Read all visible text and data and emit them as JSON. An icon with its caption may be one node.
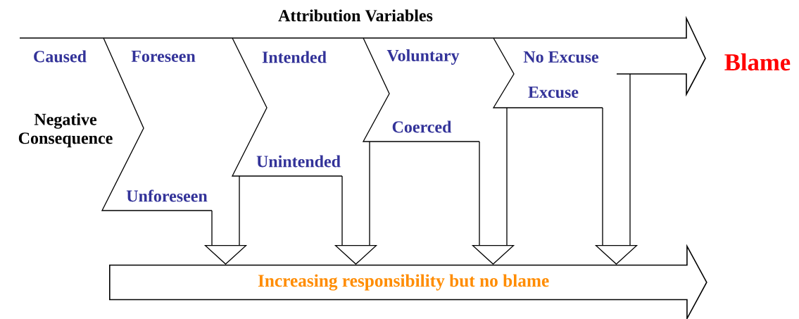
{
  "diagram": {
    "title": "Attribution Variables",
    "nodes": [
      {
        "text": [
          "Unforeseen"
        ]
      },
      {
        "text": [
          "Unintended"
        ]
      },
      {
        "text": [
          "Coerced"
        ]
      },
      {
        "text": [
          "Excuse"
        ]
      },
      {
        "text": [
          "Increasing responsibility but no blame"
        ]
      }
    ],
    "edges": [
      {
        "from": 0,
        "to": 4,
        "arrow": "to"
      },
      {
        "from": 1,
        "to": 4,
        "arrow": "to"
      },
      {
        "from": 2,
        "to": 4,
        "arrow": "to"
      },
      {
        "from": 3,
        "to": 4,
        "arrow": "to"
      }
    ],
    "labels": [
      "Caused",
      "Foreseen",
      "Intended",
      "Voluntary",
      "No Excuse",
      "Blame",
      "Negative Consequence"
    ]
  }
}
